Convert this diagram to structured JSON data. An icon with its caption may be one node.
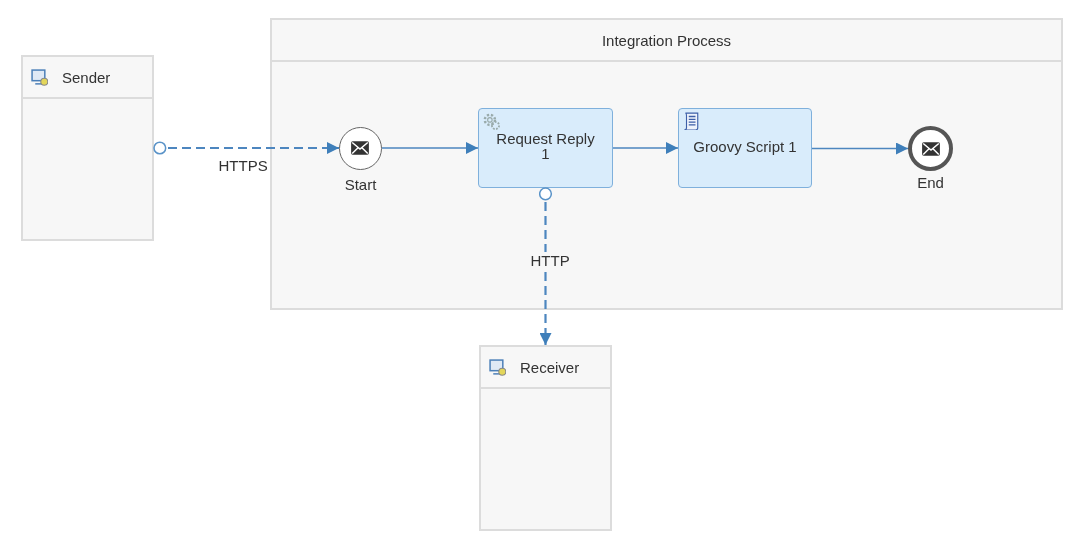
{
  "diagram": {
    "nodes": [
      {
        "text": [
          "Sender"
        ]
      },
      {
        "text": [
          "Integration Process"
        ]
      },
      {
        "text": [
          "Start"
        ],
        "in": 1
      },
      {
        "text": [
          "Request Reply 1"
        ],
        "in": 1
      },
      {
        "text": [
          "Groovy Script 1"
        ],
        "in": 1
      },
      {
        "text": [
          "End"
        ],
        "in": 1
      },
      {
        "text": [
          "Receiver"
        ]
      }
    ],
    "edges": [
      {
        "from": 0,
        "to": 2,
        "arrow": "to",
        "label": "HTTPS",
        "style": "dashed"
      },
      {
        "from": 2,
        "to": 3,
        "arrow": "to"
      },
      {
        "from": 3,
        "to": 4,
        "arrow": "to"
      },
      {
        "from": 4,
        "to": 5,
        "arrow": "to"
      },
      {
        "from": 3,
        "to": 6,
        "arrow": "to",
        "label": "HTTP",
        "style": "dashed"
      }
    ]
  }
}
